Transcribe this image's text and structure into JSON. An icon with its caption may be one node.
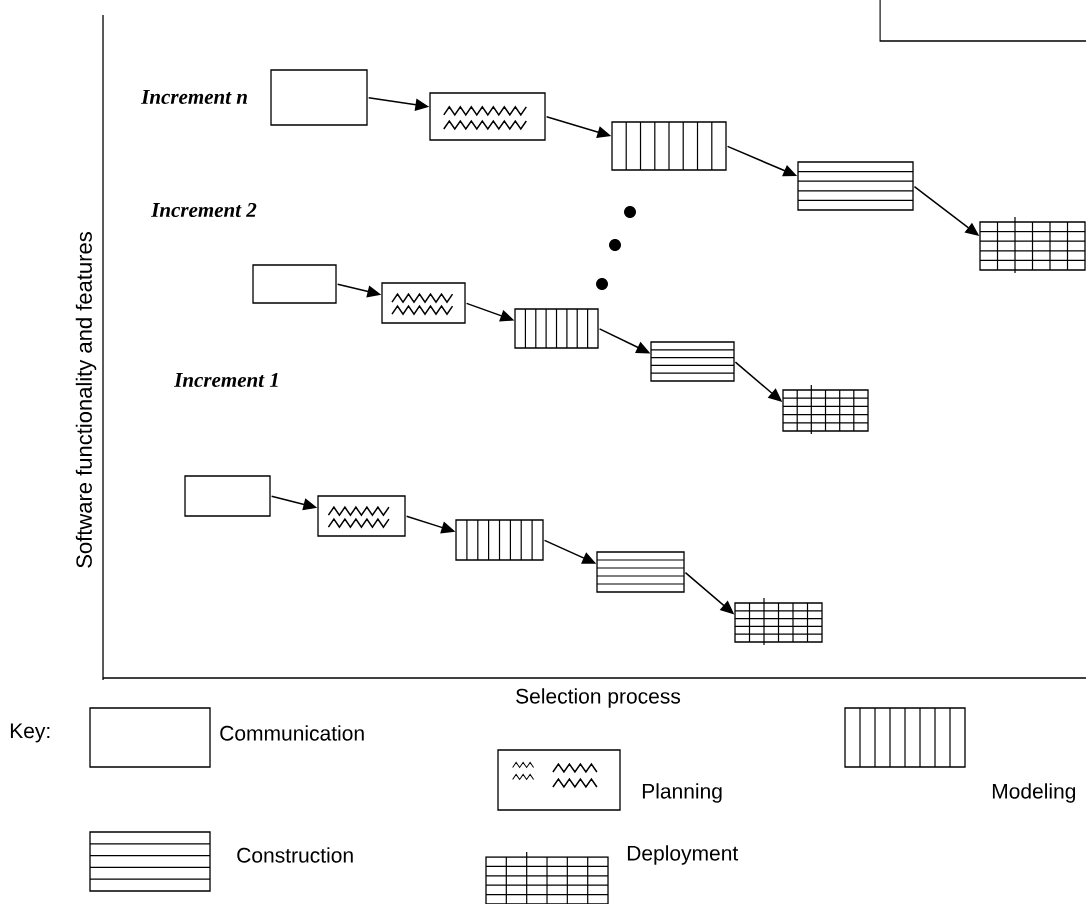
{
  "diagram": {
    "nodes": [
      {
        "text": [],
        "shape": "box"
      },
      {
        "text": [],
        "shape": "box"
      },
      {
        "text": [],
        "shape": "box"
      },
      {
        "text": [],
        "shape": "box"
      },
      {
        "text": [],
        "shape": "box"
      },
      {
        "text": [],
        "shape": "box"
      },
      {
        "text": [],
        "shape": "box"
      },
      {
        "text": [],
        "shape": "box"
      },
      {
        "text": [],
        "shape": "box"
      },
      {
        "text": [],
        "shape": "box"
      },
      {
        "text": [],
        "shape": "box"
      },
      {
        "text": [],
        "shape": "box"
      },
      {
        "text": [],
        "shape": "box"
      },
      {
        "text": [],
        "shape": "box"
      },
      {
        "text": [],
        "shape": "box"
      }
    ],
    "edges": [
      {
        "from": 0,
        "to": 1,
        "arrow": "to"
      },
      {
        "from": 1,
        "to": 2,
        "arrow": "to"
      },
      {
        "from": 2,
        "to": 3,
        "arrow": "to"
      },
      {
        "from": 3,
        "to": 4,
        "arrow": "to"
      },
      {
        "from": 5,
        "to": 6,
        "arrow": "to"
      },
      {
        "from": 6,
        "to": 7,
        "arrow": "to"
      },
      {
        "from": 7,
        "to": 8,
        "arrow": "to"
      },
      {
        "from": 8,
        "to": 9,
        "arrow": "to"
      },
      {
        "from": 10,
        "to": 11,
        "arrow": "to"
      },
      {
        "from": 11,
        "to": 12,
        "arrow": "to"
      },
      {
        "from": 12,
        "to": 13,
        "arrow": "to"
      },
      {
        "from": 13,
        "to": 14,
        "arrow": "to"
      }
    ],
    "labels": [
      "Increment n",
      "Increment 2",
      "Increment 1",
      "Software functionality and features",
      "Selection process",
      "Key:"
    ],
    "legend": [
      {
        "text": "Communication"
      },
      {
        "text": "Planning"
      },
      {
        "text": "Modeling"
      },
      {
        "text": "Construction"
      },
      {
        "text": "Deployment"
      }
    ]
  }
}
